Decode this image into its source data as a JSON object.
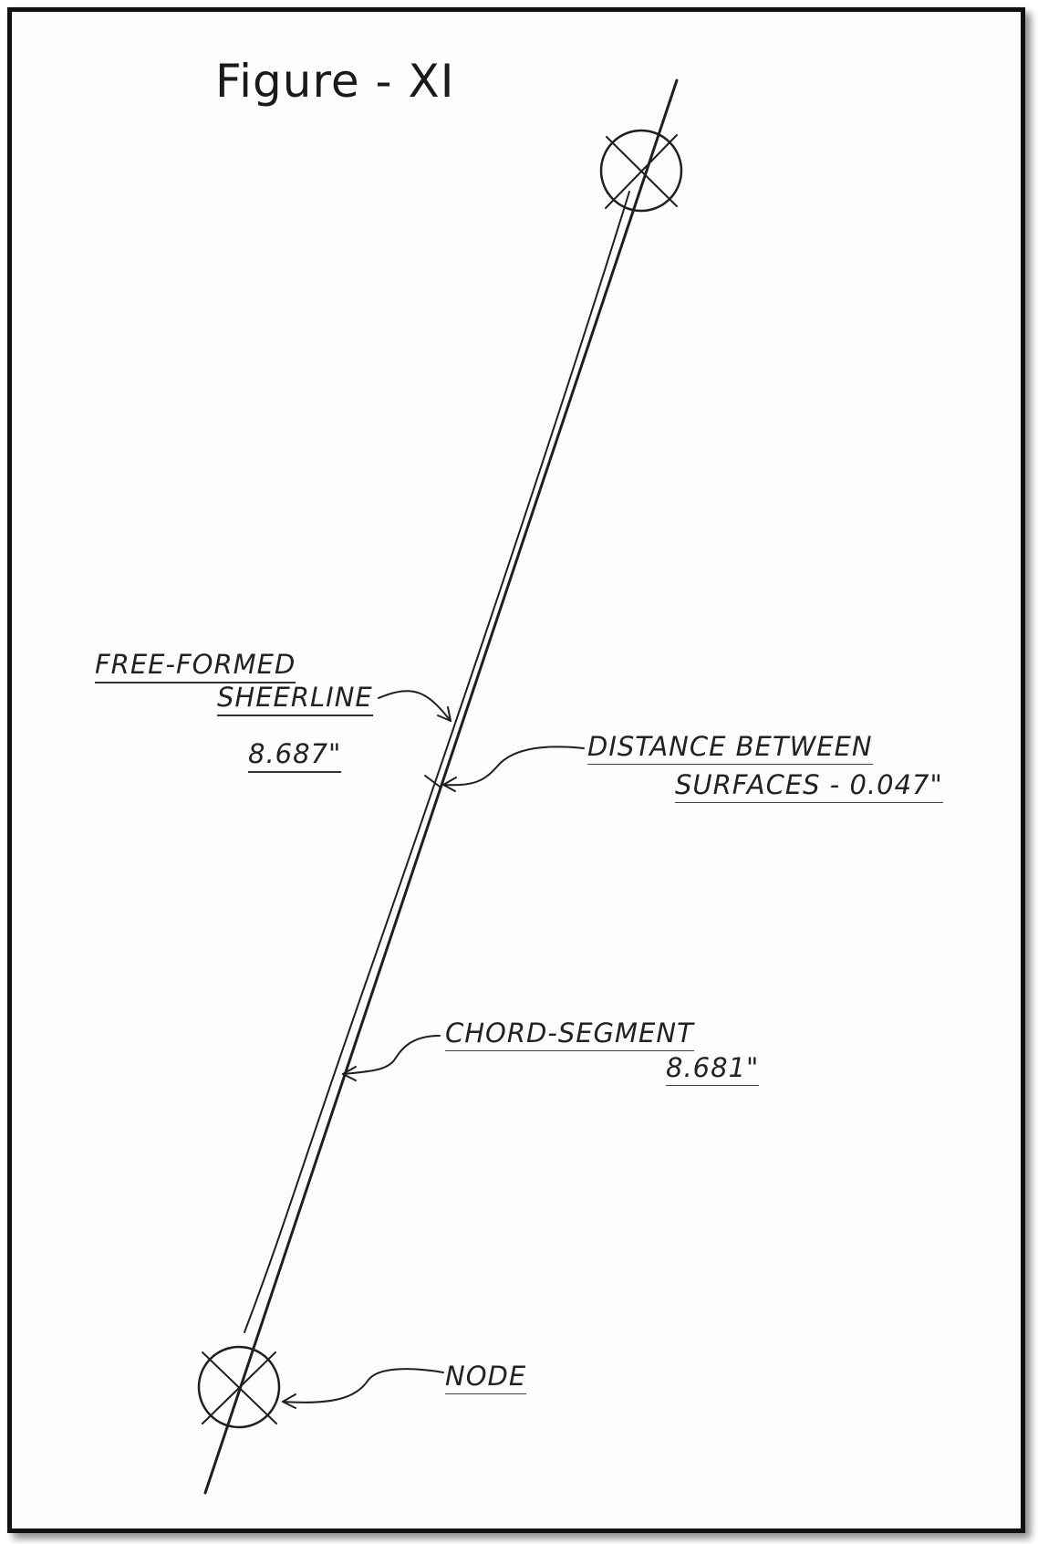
{
  "figure": {
    "title": "Figure - XI"
  },
  "labels": {
    "sheerline_line1": "FREE-FORMED",
    "sheerline_line2": "SHEERLINE",
    "sheerline_value": "8.687\"",
    "distance_line1": "DISTANCE BETWEEN",
    "distance_line2": "SURFACES - 0.047\"",
    "chord_line1": "CHORD-SEGMENT",
    "chord_value": "8.681\"",
    "node": "NODE"
  },
  "colors": {
    "ink": "#222222",
    "border": "#111111"
  }
}
